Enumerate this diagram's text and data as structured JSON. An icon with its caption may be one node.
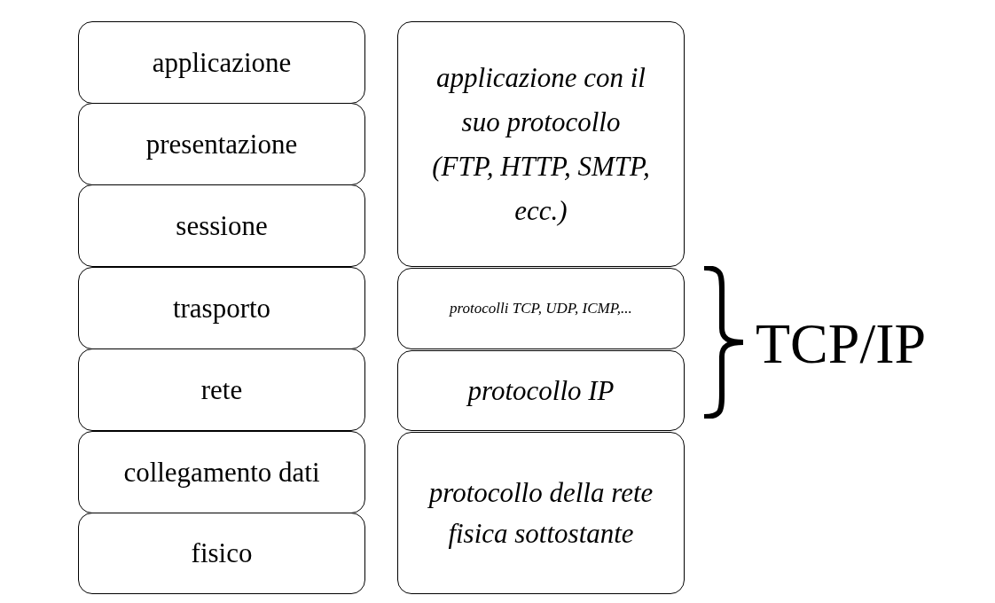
{
  "diagram": {
    "nodes": [
      {
        "text": [
          "applicazione"
        ]
      },
      {
        "text": [
          "presentazione"
        ]
      },
      {
        "text": [
          "sessione"
        ]
      },
      {
        "text": [
          "trasporto"
        ]
      },
      {
        "text": [
          "rete"
        ]
      },
      {
        "text": [
          "collegamento dati"
        ]
      },
      {
        "text": [
          "fisico"
        ]
      },
      {
        "text": [
          "applicazione con il suo protocollo (FTP, HTTP, SMTP, ecc.)"
        ]
      },
      {
        "text": [
          "protocolli TCP, UDP, ICMP,..."
        ]
      },
      {
        "text": [
          "protocollo IP"
        ]
      },
      {
        "text": [
          "protocollo della rete fisica sottostante"
        ]
      }
    ],
    "edges": [],
    "labels": [
      "TCP/IP"
    ]
  }
}
